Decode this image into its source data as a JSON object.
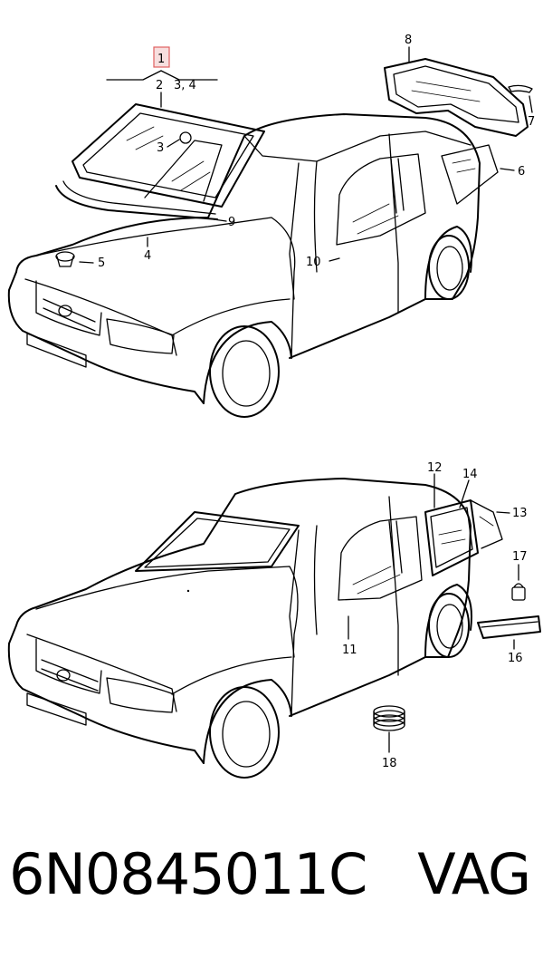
{
  "callouts": {
    "c1": "1",
    "c2": "2",
    "c34": "3,  4",
    "c3": "3",
    "c4": "4",
    "c5": "5",
    "c6": "6",
    "c7": "7",
    "c8": "8",
    "c9": "9",
    "c10": "10",
    "c11": "11",
    "c12": "12",
    "c13": "13",
    "c14": "14",
    "c16": "16",
    "c17": "17",
    "c18": "18"
  },
  "footer": {
    "part_number": "6N0845011C",
    "brand": "VAG"
  },
  "colors": {
    "line": "#000000",
    "highlight_fill": "#f7dede",
    "highlight_border": "#e06060"
  }
}
